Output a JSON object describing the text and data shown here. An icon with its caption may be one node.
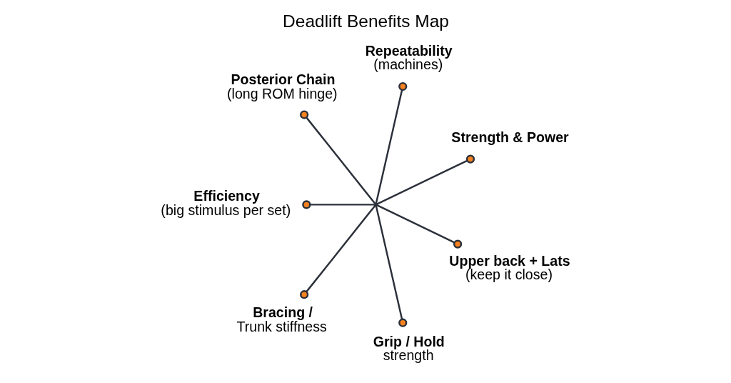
{
  "diagram": {
    "title": "Deadlift Benefits Map",
    "nodes": [
      {
        "text": [],
        "shape": "point"
      },
      {
        "text": [
          "Strength & Power"
        ]
      },
      {
        "text": [
          "Repeatability",
          "(machines)"
        ]
      },
      {
        "text": [
          "Posterior Chain",
          "(long ROM hinge)"
        ]
      },
      {
        "text": [
          "Efficiency",
          "(big stimulus per set)"
        ]
      },
      {
        "text": [
          "Bracing /",
          "Trunk stiffness"
        ]
      },
      {
        "text": [
          "Grip / Hold",
          "strength"
        ]
      },
      {
        "text": [
          "Upper back + Lats",
          "(keep it close)"
        ]
      }
    ],
    "edges": [
      {
        "from": 0,
        "to": 1,
        "arrow": "other"
      },
      {
        "from": 0,
        "to": 2,
        "arrow": "other"
      },
      {
        "from": 0,
        "to": 3,
        "arrow": "other"
      },
      {
        "from": 0,
        "to": 4,
        "arrow": "other"
      },
      {
        "from": 0,
        "to": 5,
        "arrow": "other"
      },
      {
        "from": 0,
        "to": 6,
        "arrow": "other"
      },
      {
        "from": 0,
        "to": 7,
        "arrow": "other"
      }
    ]
  }
}
